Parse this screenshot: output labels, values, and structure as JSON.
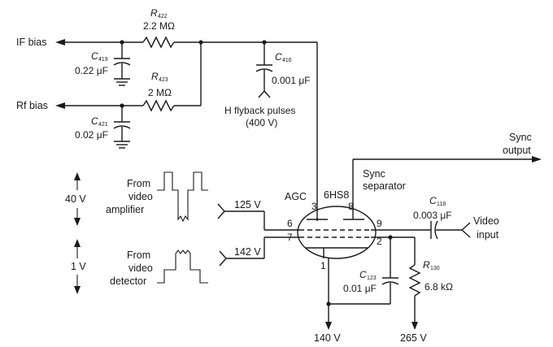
{
  "labels": {
    "if_bias": "IF bias",
    "rf_bias": "Rf bias",
    "r422_name": "R",
    "r422_sub": "422",
    "r422_value": "2.2 MΩ",
    "r423_name": "R",
    "r423_sub": "423",
    "r423_value": "2 MΩ",
    "c419_name": "C",
    "c419_sub": "419",
    "c419_value": "0.22 μF",
    "c421_name": "C",
    "c421_sub": "421",
    "c421_value": "0.02 μF",
    "c416_name": "C",
    "c416_sub": "416",
    "c416_value": "0.001 μF",
    "flyback_line1": "H flyback pulses",
    "flyback_line2": "(400 V)",
    "sync_output_line1": "Sync",
    "sync_output_line2": "output",
    "tube": "6HS8",
    "agc": "AGC",
    "sync_sep_line1": "Sync",
    "sync_sep_line2": "separator",
    "c118_name": "C",
    "c118_sub": "118",
    "c118_value": "0.003 μF",
    "video_input_line1": "Video",
    "video_input_line2": "input",
    "v40": "40 V",
    "v1": "1 V",
    "from_amp_1": "From",
    "from_amp_2": "video",
    "from_amp_3": "amplifier",
    "from_det_1": "From",
    "from_det_2": "video",
    "from_det_3": "detector",
    "v125": "125 V",
    "v142": "142 V",
    "pin3": "3",
    "pin8": "8",
    "pin6": "6",
    "pin7": "7",
    "pin9": "9",
    "pin2": "2",
    "pin1": "1",
    "c123_name": "C",
    "c123_sub": "123",
    "c123_value": "0.01 μF",
    "r130_name": "R",
    "r130_sub": "130",
    "r130_value": "6.8 kΩ",
    "v140": "140 V",
    "v265": "265 V"
  }
}
